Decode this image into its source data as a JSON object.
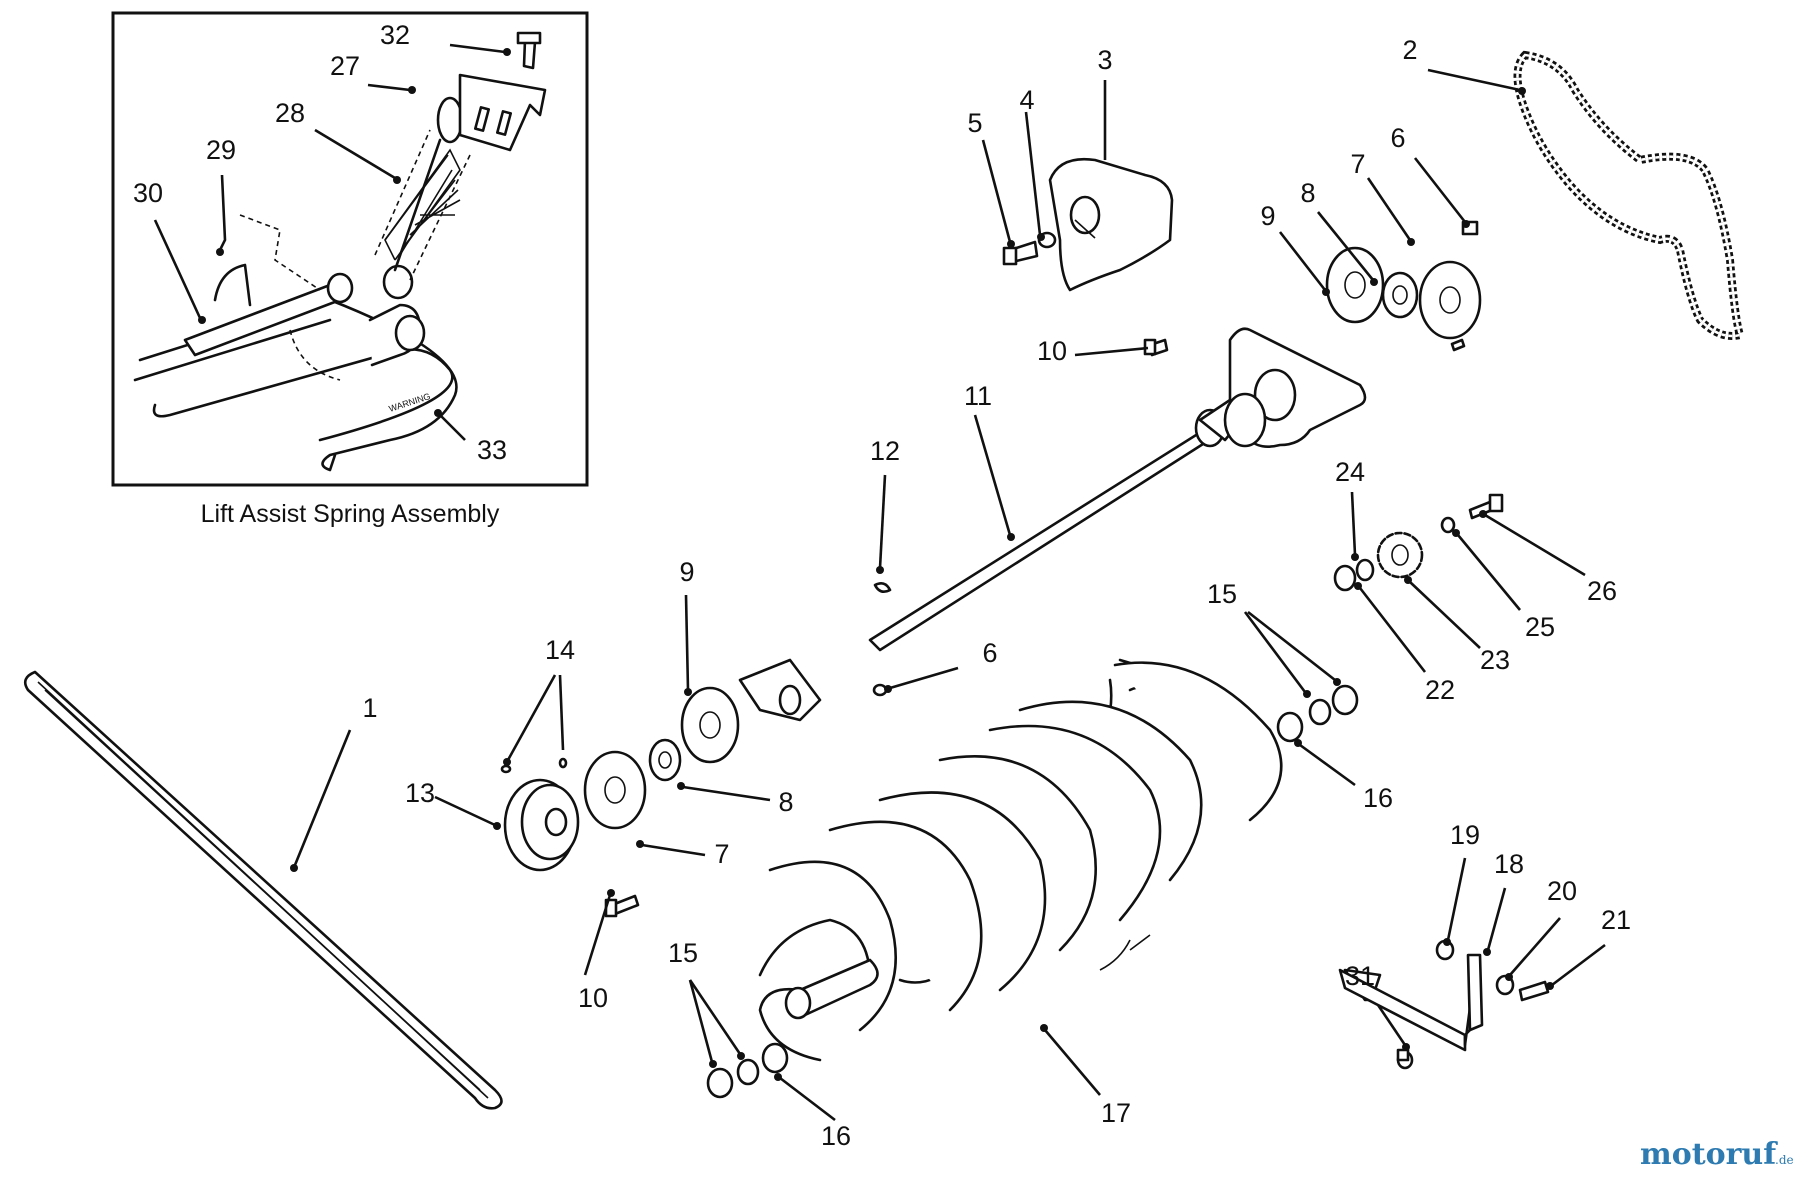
{
  "inset": {
    "caption": "Lift Assist Spring Assembly"
  },
  "callouts": [
    "1",
    "2",
    "3",
    "4",
    "5",
    "6",
    "7",
    "8",
    "9",
    "10",
    "11",
    "12",
    "13",
    "14",
    "15",
    "16",
    "17",
    "18",
    "19",
    "20",
    "21",
    "22",
    "23",
    "24",
    "25",
    "26",
    "27",
    "28",
    "29",
    "30",
    "31",
    "32",
    "33"
  ],
  "warning_decal": "WARNING",
  "watermark": {
    "brand": "motoruf",
    "tld": ".de"
  }
}
